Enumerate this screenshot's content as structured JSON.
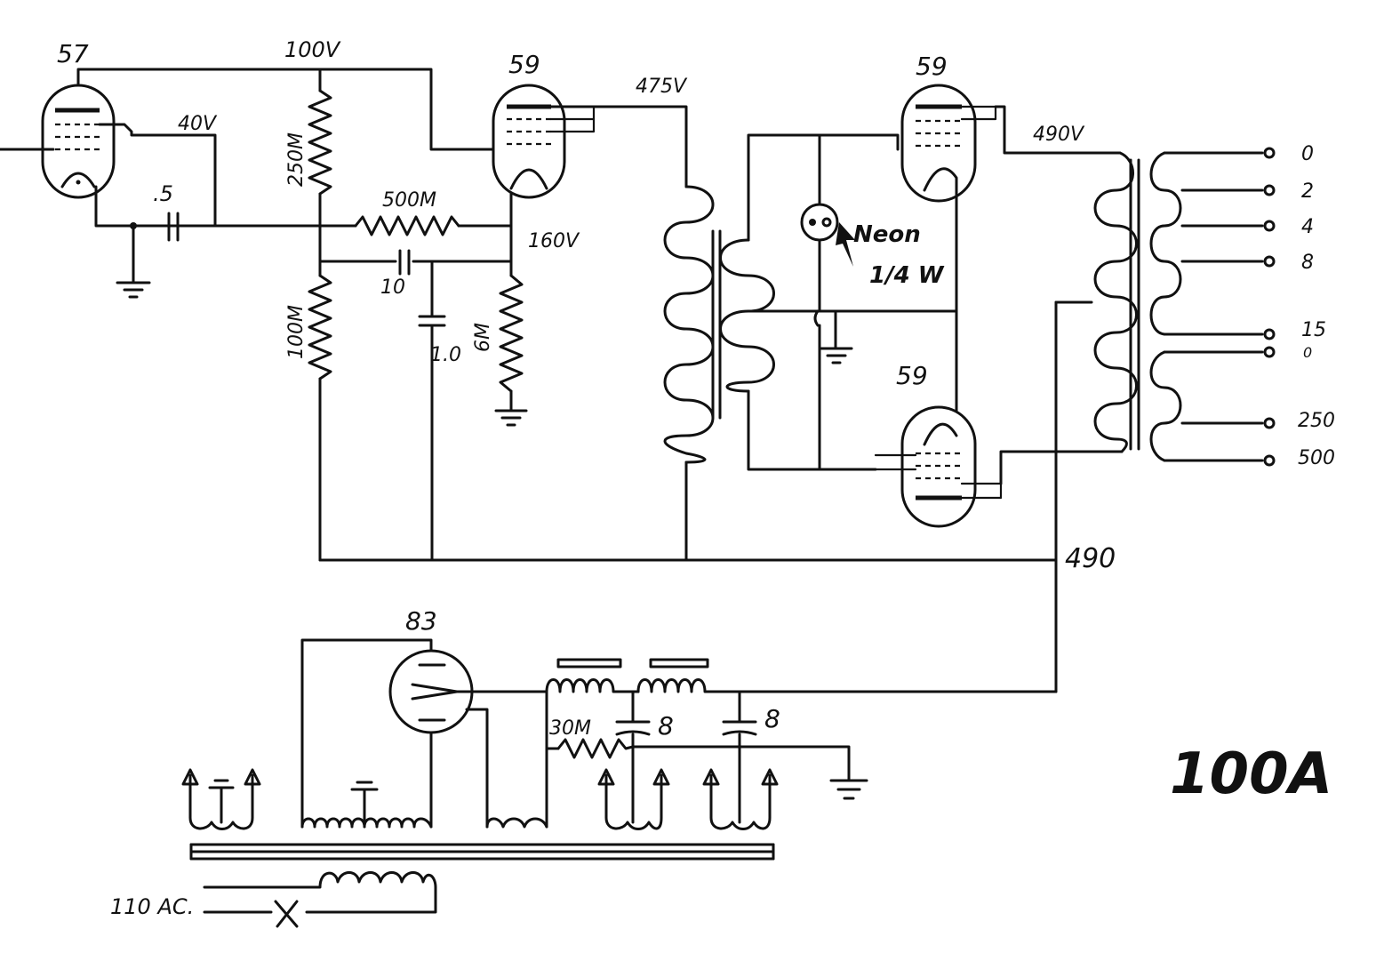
{
  "diagram_title": "100A",
  "tubes": {
    "v1": "57",
    "v2": "59",
    "v3": "59",
    "v4": "59",
    "rectifier": "83"
  },
  "voltages": {
    "v1_plate_supply": "100V",
    "v1_screen": "40V",
    "v2_plate": "475V",
    "v2_grid_node": "160V",
    "output_plate": "490V",
    "bplus": "490"
  },
  "components": {
    "coupling_cap": ".5",
    "r_250": "250M",
    "r_500": "500M",
    "r_100": "100M",
    "r_6": "6M",
    "cap_10_small": "10",
    "cap_1_0": "1.0",
    "neon_label_1": "Neon",
    "neon_label_2": "1/4 W",
    "r_30": "30M",
    "filter_cap_1": "8",
    "filter_cap_2": "8",
    "mains": "110 AC."
  },
  "output_taps": [
    "0",
    "2",
    "4",
    "8",
    "15",
    "0",
    "250",
    "500"
  ]
}
